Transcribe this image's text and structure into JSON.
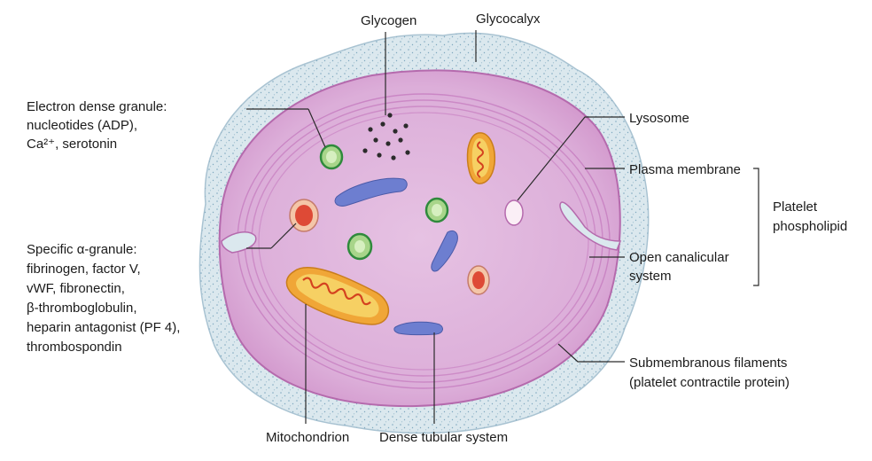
{
  "labels": {
    "glycogen": "Glycogen",
    "glycocalyx": "Glycocalyx",
    "electron_dense": [
      "Electron dense granule:",
      "nucleotides (ADP),",
      "Ca²⁺, serotonin"
    ],
    "lysosome": "Lysosome",
    "plasma_membrane": "Plasma membrane",
    "platelet_phospholipid": [
      "Platelet",
      "phospholipid"
    ],
    "specific_granule": [
      "Specific α-granule:",
      "fibrinogen, factor V,",
      "vWF, fibronectin,",
      "β-thromboglobulin,",
      "heparin antagonist (PF 4),",
      "thrombospondin"
    ],
    "open_canalicular": [
      "Open canalicular",
      "system"
    ],
    "submembranous": [
      "Submembranous filaments",
      "(platelet contractile protein)"
    ],
    "mitochondrion": "Mitochondrion",
    "dense_tubular": "Dense tubular system"
  },
  "colors": {
    "glycocalyx": "#dbe8ee",
    "cytoplasm": "#d89fd0",
    "inner_cytoplasm": "#ddb3dd",
    "filaments": "#c67cbf",
    "mitochondrion_outer": "#f0a637",
    "mitochondrion_inner": "#f6d063",
    "mitochondrion_cristae": "#d4421f",
    "dense_granule_fill": "#a8d58a",
    "dense_granule_ring": "#2f8a3c",
    "alpha_granule_fill": "#f4c6a8",
    "alpha_granule_core": "#de4a36",
    "tubule": "#6d7ed0",
    "lysosome": "#fbeff6"
  }
}
